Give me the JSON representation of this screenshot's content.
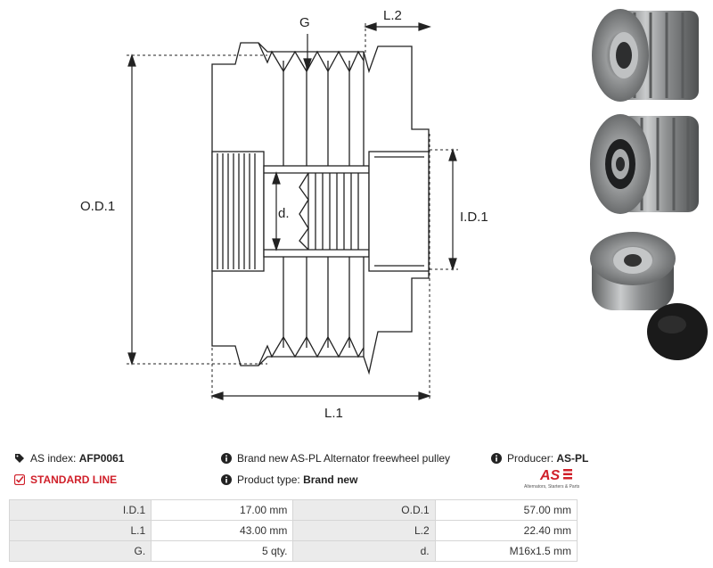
{
  "drawing": {
    "labels": {
      "g": "G",
      "l2": "L.2",
      "od1": "O.D.1",
      "d": "d.",
      "id1": "I.D.1",
      "l1": "L.1"
    }
  },
  "info": {
    "as_index_label": "AS index:",
    "as_index_value": "AFP0061",
    "line_label": "STANDARD LINE",
    "description": "Brand new AS-PL Alternator freewheel pulley",
    "product_type_label": "Product type:",
    "product_type_value": "Brand new",
    "producer_label": "Producer:",
    "producer_value": "AS-PL",
    "logo_mark": "AS",
    "logo_tagline": "Alternators, Starters & Parts"
  },
  "specs": {
    "rows": [
      [
        {
          "label": "I.D.1",
          "value": "17.00 mm"
        },
        {
          "label": "O.D.1",
          "value": "57.00 mm"
        }
      ],
      [
        {
          "label": "L.1",
          "value": "43.00 mm"
        },
        {
          "label": "L.2",
          "value": "22.40 mm"
        }
      ],
      [
        {
          "label": "G.",
          "value": "5 qty."
        },
        {
          "label": "d.",
          "value": "M16x1.5 mm"
        }
      ]
    ]
  },
  "colors": {
    "accent": "#d0202a",
    "table_label_bg": "#ebebeb",
    "table_border": "#d6d6d6"
  }
}
